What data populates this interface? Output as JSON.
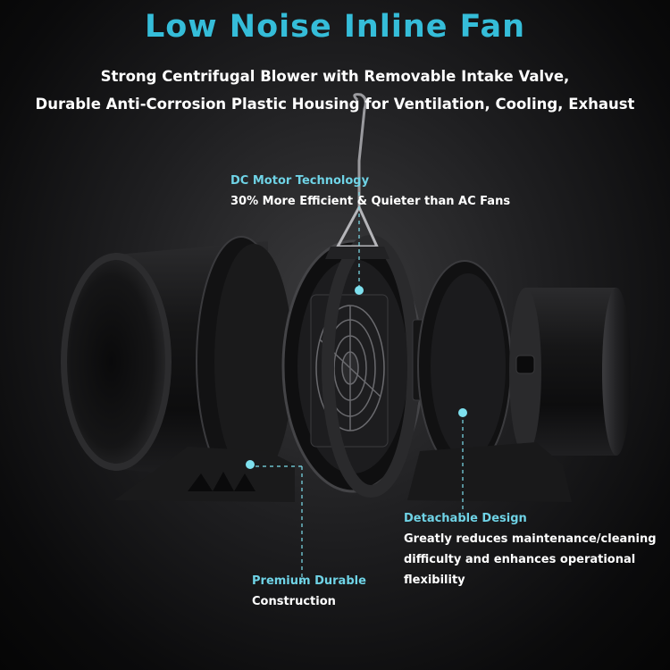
{
  "header": {
    "title": "Low Noise Inline Fan",
    "subtitle_line1": "Strong Centrifugal Blower with Removable Intake Valve,",
    "subtitle_line2": "Durable Anti-Corrosion Plastic Housing for Ventilation, Cooling, Exhaust"
  },
  "callouts": {
    "motor": {
      "heading": "DC Motor Technology",
      "text": "30% More Efficient & Quieter than AC Fans"
    },
    "detachable": {
      "heading": "Detachable Design",
      "line1": "Greatly reduces maintenance/cleaning",
      "line2": "difficulty and enhances operational flexibility"
    },
    "durable": {
      "heading": "Premium Durable",
      "text": "Construction"
    }
  },
  "colors": {
    "accent": "#35bdd9",
    "callout_heading": "#6fd3e6",
    "marker": "#7ee0ee",
    "body_text": "#ffffff",
    "background": "#1e1e20"
  }
}
